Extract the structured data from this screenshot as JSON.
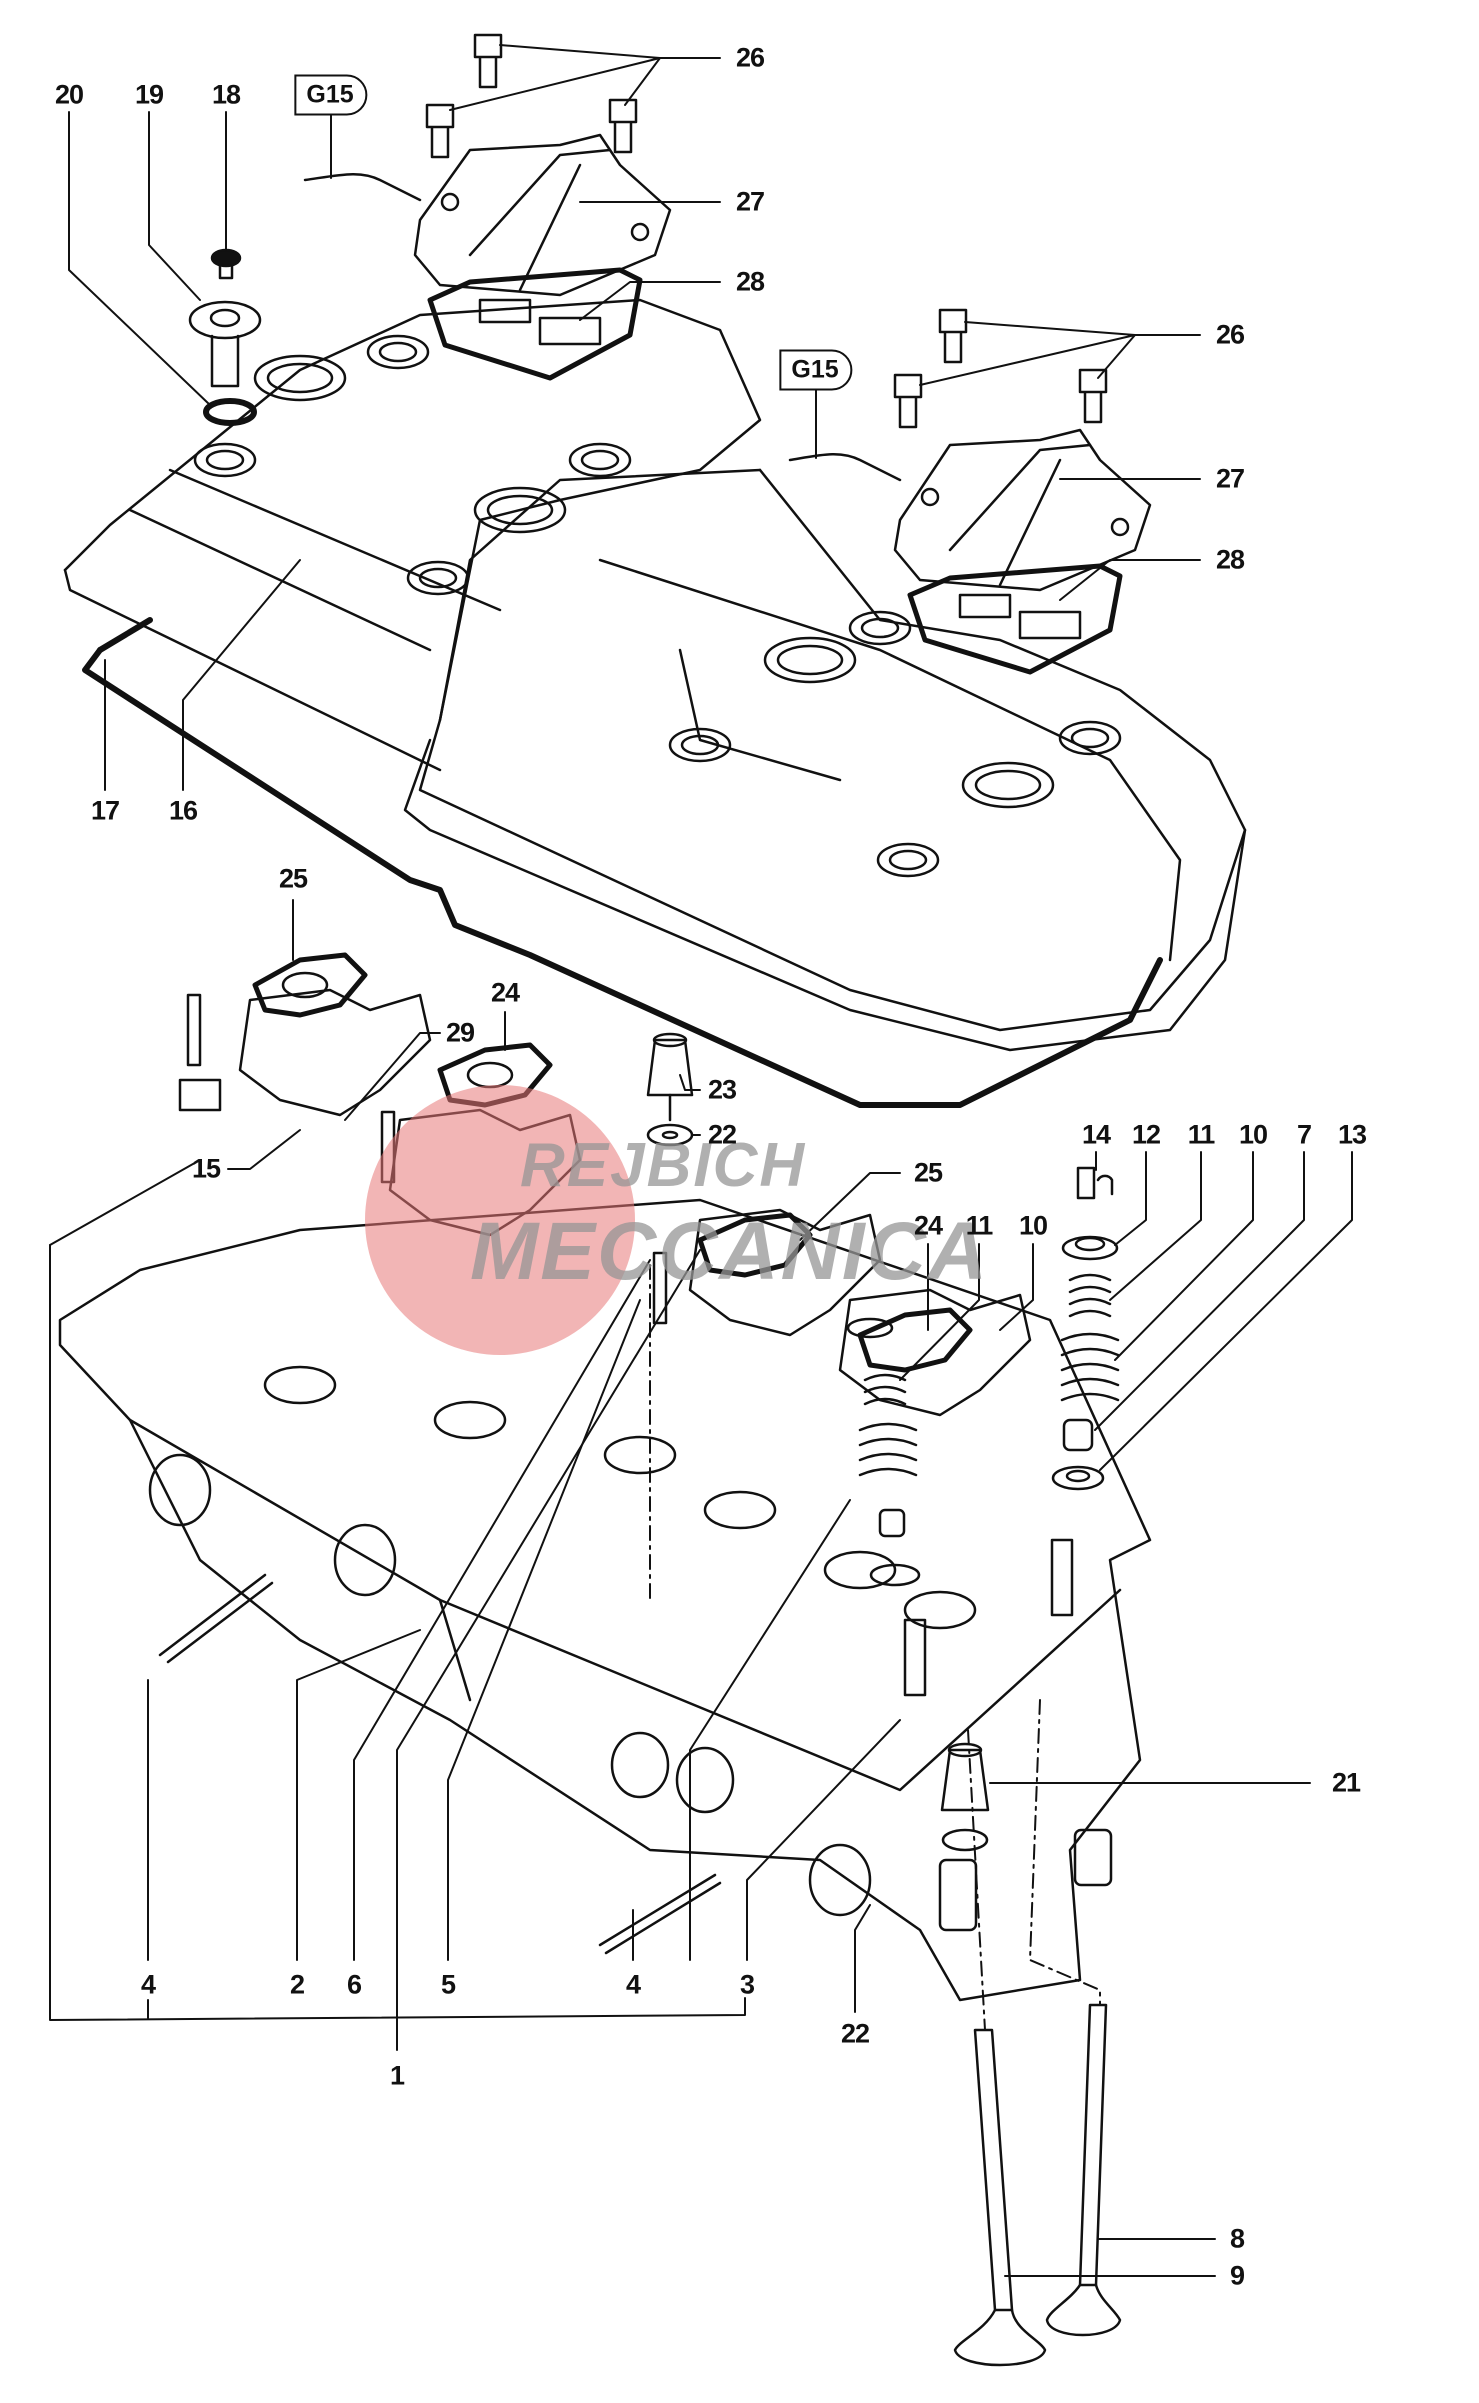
{
  "diagram": {
    "title": "Cylinder head and head cover exploded view",
    "reference_tags": [
      {
        "id": "ref-g15-1",
        "text": "G15"
      },
      {
        "id": "ref-g15-2",
        "text": "G15"
      }
    ],
    "callouts": [
      {
        "id": "c26a",
        "text": "26"
      },
      {
        "id": "c20",
        "text": "20"
      },
      {
        "id": "c19",
        "text": "19"
      },
      {
        "id": "c18",
        "text": "18"
      },
      {
        "id": "c27a",
        "text": "27"
      },
      {
        "id": "c28a",
        "text": "28"
      },
      {
        "id": "c26b",
        "text": "26"
      },
      {
        "id": "c27b",
        "text": "27"
      },
      {
        "id": "c28b",
        "text": "28"
      },
      {
        "id": "c17",
        "text": "17"
      },
      {
        "id": "c16",
        "text": "16"
      },
      {
        "id": "c25a",
        "text": "25"
      },
      {
        "id": "c24a",
        "text": "24"
      },
      {
        "id": "c29",
        "text": "29"
      },
      {
        "id": "c23",
        "text": "23"
      },
      {
        "id": "c22a",
        "text": "22"
      },
      {
        "id": "c15",
        "text": "15"
      },
      {
        "id": "c25b",
        "text": "25"
      },
      {
        "id": "c14",
        "text": "14"
      },
      {
        "id": "c12",
        "text": "12"
      },
      {
        "id": "c11a",
        "text": "11"
      },
      {
        "id": "c10a",
        "text": "10"
      },
      {
        "id": "c7",
        "text": "7"
      },
      {
        "id": "c13",
        "text": "13"
      },
      {
        "id": "c24b",
        "text": "24"
      },
      {
        "id": "c11b",
        "text": "11"
      },
      {
        "id": "c10b",
        "text": "10"
      },
      {
        "id": "c21",
        "text": "21"
      },
      {
        "id": "c4a",
        "text": "4"
      },
      {
        "id": "c2",
        "text": "2"
      },
      {
        "id": "c6",
        "text": "6"
      },
      {
        "id": "c5",
        "text": "5"
      },
      {
        "id": "c4b",
        "text": "4"
      },
      {
        "id": "c3",
        "text": "3"
      },
      {
        "id": "c1",
        "text": "1"
      },
      {
        "id": "c22b",
        "text": "22"
      },
      {
        "id": "c8",
        "text": "8"
      },
      {
        "id": "c9",
        "text": "9"
      }
    ]
  },
  "watermark": {
    "line1": "REJBICH",
    "line2": "MECCANICA",
    "logo_color": "#e87878",
    "text_color": "#969696"
  }
}
